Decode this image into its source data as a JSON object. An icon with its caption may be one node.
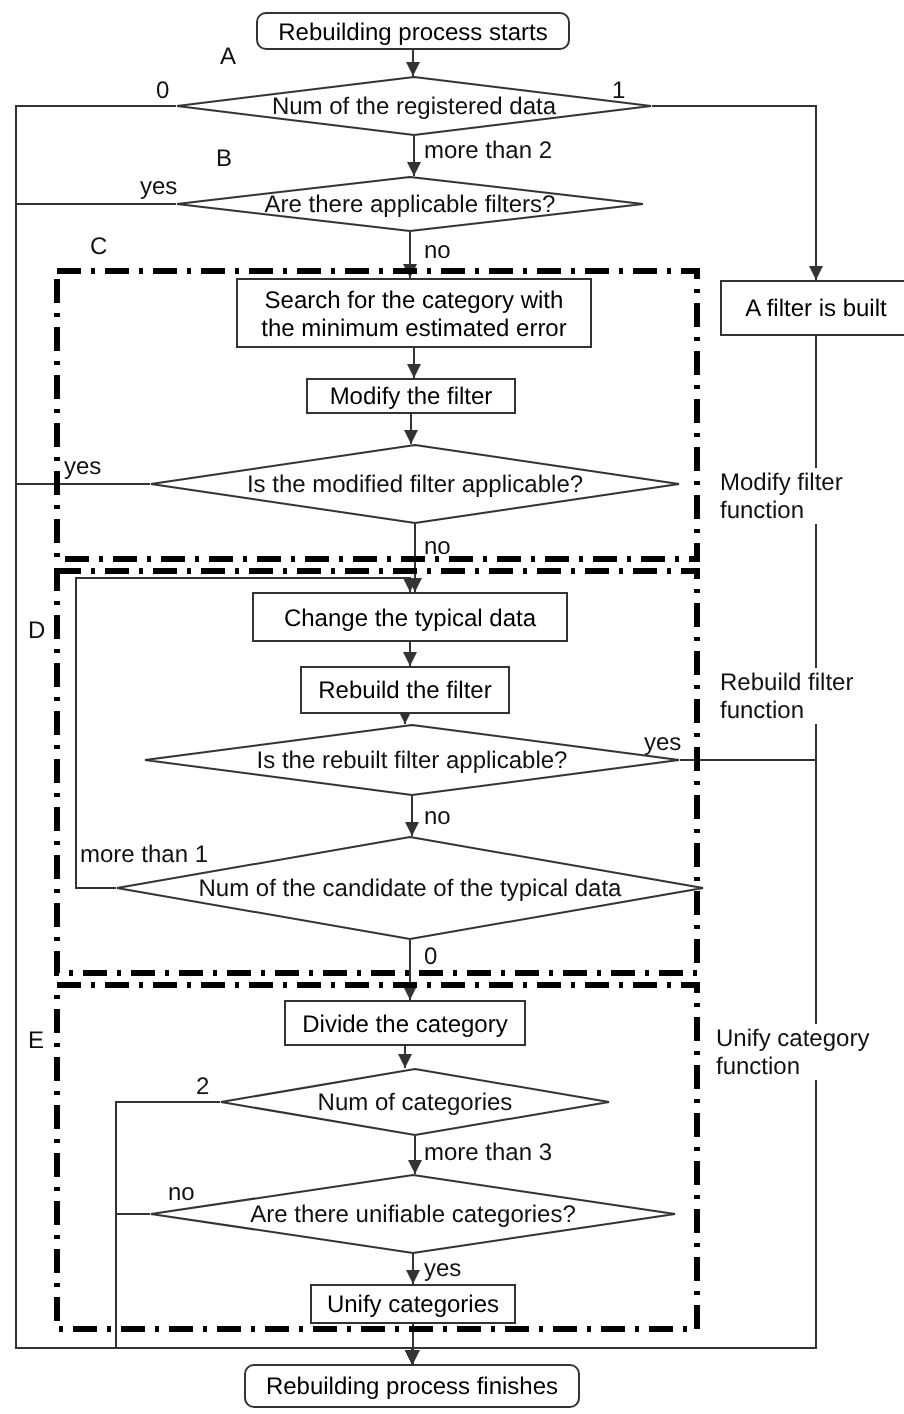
{
  "diagram": {
    "nodes": [
      {
        "text": [
          "Rebuilding process starts"
        ]
      },
      {
        "text": [
          "Num of the registered data"
        ],
        "beside": [
          "A"
        ]
      },
      {
        "text": [
          "Are there applicable filters?"
        ],
        "beside": [
          "B"
        ]
      },
      {
        "text": [
          "C"
        ]
      },
      {
        "text": [
          "Search for the category with the minimum estimated error"
        ],
        "in": 3
      },
      {
        "text": [
          "Modify the filter"
        ],
        "in": 3
      },
      {
        "text": [
          "Is the modified filter applicable?"
        ],
        "in": 3
      },
      {
        "text": [
          "D"
        ]
      },
      {
        "text": [
          "Change the typical data"
        ],
        "in": 7
      },
      {
        "text": [
          "Rebuild the filter"
        ],
        "in": 7
      },
      {
        "text": [
          "Is the rebuilt filter applicable?"
        ],
        "in": 7
      },
      {
        "text": [
          "Num of the candidate of the typical data"
        ],
        "in": 7
      },
      {
        "text": [
          "E"
        ]
      },
      {
        "text": [
          "Divide the category"
        ],
        "in": 12
      },
      {
        "text": [
          "Num of categories"
        ],
        "in": 12
      },
      {
        "text": [
          "Are there unifiable categories?"
        ],
        "in": 12
      },
      {
        "text": [
          "Unify categories"
        ],
        "in": 12
      },
      {
        "text": [
          "Rebuilding process finishes"
        ]
      },
      {
        "text": [
          "A filter is built"
        ]
      }
    ],
    "edges": [
      {
        "from": 0,
        "to": 1,
        "arrow": "to"
      },
      {
        "from": 1,
        "to": 2,
        "arrow": "to",
        "label": "more than 2"
      },
      {
        "from": 1,
        "to": 17,
        "arrow": "to",
        "label": "0"
      },
      {
        "from": 1,
        "to": 18,
        "arrow": "to",
        "label": "1"
      },
      {
        "from": 2,
        "to": 17,
        "arrow": "to",
        "label": "yes"
      },
      {
        "from": 2,
        "to": 4,
        "arrow": "to",
        "label": "no"
      },
      {
        "from": 4,
        "to": 5,
        "arrow": "to"
      },
      {
        "from": 5,
        "to": 6,
        "arrow": "to"
      },
      {
        "from": 6,
        "to": 17,
        "arrow": "to",
        "label": "yes"
      },
      {
        "from": 6,
        "to": 8,
        "arrow": "to",
        "label": "no"
      },
      {
        "from": 8,
        "to": 9,
        "arrow": "to"
      },
      {
        "from": 9,
        "to": 10,
        "arrow": "to"
      },
      {
        "from": 10,
        "to": 17,
        "arrow": "to",
        "label": "yes"
      },
      {
        "from": 10,
        "to": 11,
        "arrow": "to",
        "label": "no"
      },
      {
        "from": 11,
        "to": 8,
        "arrow": "to",
        "label": "more than 1"
      },
      {
        "from": 11,
        "to": 13,
        "arrow": "to",
        "label": "0"
      },
      {
        "from": 13,
        "to": 14,
        "arrow": "to"
      },
      {
        "from": 14,
        "to": 17,
        "arrow": "to",
        "label": "2"
      },
      {
        "from": 14,
        "to": 15,
        "arrow": "to",
        "label": "more than 3"
      },
      {
        "from": 15,
        "to": 17,
        "arrow": "to",
        "label": "no"
      },
      {
        "from": 15,
        "to": 16,
        "arrow": "to",
        "label": "yes"
      },
      {
        "from": 16,
        "to": 17,
        "arrow": "to"
      },
      {
        "from": 18,
        "to": 17,
        "arrow": "to"
      }
    ],
    "labels": [
      "Modify filter function",
      "Rebuild filter function",
      "Unify category function"
    ]
  }
}
